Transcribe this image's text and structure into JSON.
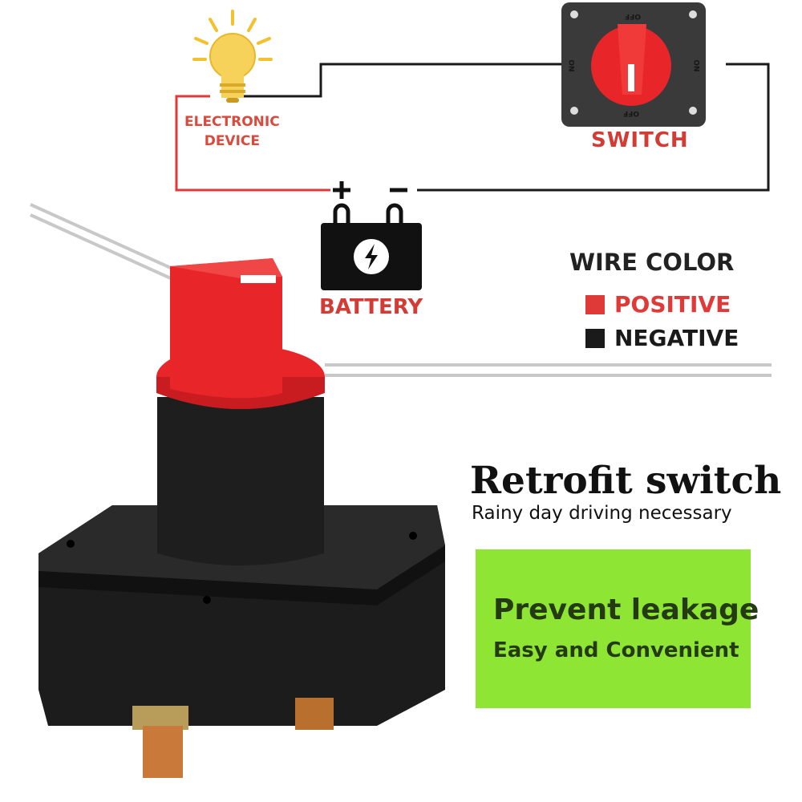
{
  "diagram": {
    "device_label": "ELECTRONIC DEVICE",
    "device_line1": "ELECTRONIC",
    "device_line2": "DEVICE",
    "switch_label": "SWITCH",
    "battery_label": "BATTERY",
    "plus_sign": "+",
    "minus_sign": "−",
    "switch_markings": [
      "OFF",
      "ON",
      "ON",
      "OFF"
    ],
    "legend": {
      "title": "WIRE COLOR",
      "items": [
        {
          "label": "POSITIVE",
          "color": "#e03a38"
        },
        {
          "label": "NEGATIVE",
          "color": "#1a1a1a"
        }
      ]
    },
    "colors": {
      "positive_wire": "#e03a38",
      "negative_wire": "#1a1a1a",
      "knob": "#e8262a"
    }
  },
  "promo": {
    "headline": "Retrofit switch",
    "subheadline": "Rainy day driving necessary",
    "box_title": "Prevent leakage",
    "box_subtitle": "Easy and Convenient",
    "box_color": "#8fe534"
  }
}
